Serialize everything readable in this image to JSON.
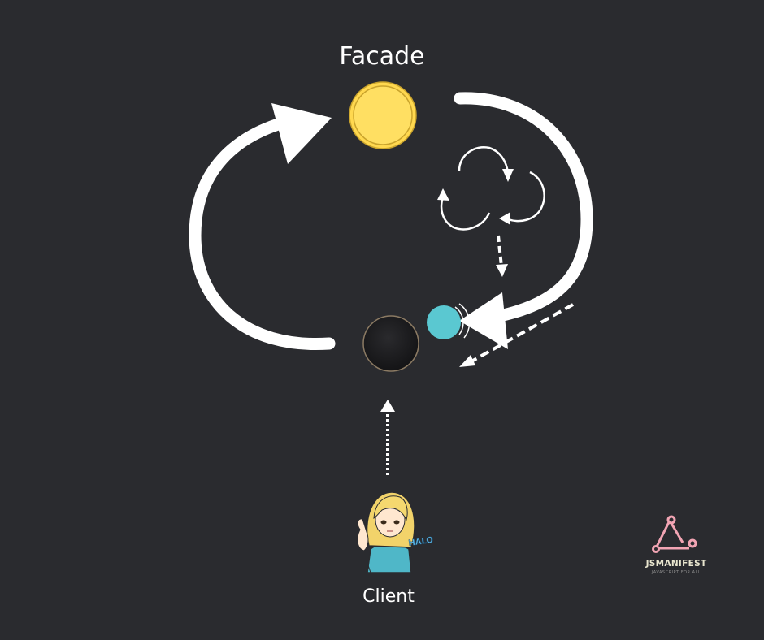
{
  "diagram": {
    "facade_label": "Facade",
    "client_label": "Client",
    "halo_text": "HALO",
    "logo": {
      "title": "JSMANIFEST",
      "subtitle": "JAVASCRIPT FOR ALL"
    }
  },
  "colors": {
    "background": "#2a2b2f",
    "facade_node": "#ffd84f",
    "client_core_node": "#1f1f22",
    "subsystem_node": "#5ac8d1",
    "arrows": "#ffffff",
    "logo_pink": "#f2a5b4"
  },
  "icons": [
    "facade-sun-icon",
    "client-character-icon",
    "recycle-arrows-icon",
    "jsmanifest-logo-icon"
  ]
}
